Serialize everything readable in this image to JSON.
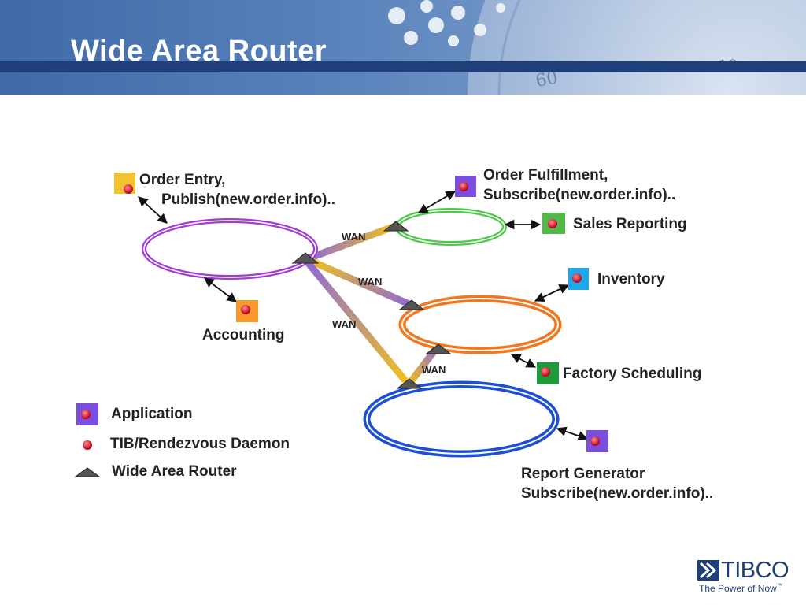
{
  "slide": {
    "title": "Wide Area Router"
  },
  "nodes": {
    "order_entry": {
      "line1": "Order Entry,",
      "line2": "Publish(new.order.info)..",
      "app_color": "#f2c230"
    },
    "order_fulfillment": {
      "line1": "Order Fulfillment,",
      "line2": "Subscribe(new.order.info)..",
      "app_color": "#7a4fe0"
    },
    "sales_reporting": {
      "label": "Sales Reporting",
      "app_color": "#52b84a"
    },
    "inventory": {
      "label": "Inventory",
      "app_color": "#1fa8e8"
    },
    "accounting": {
      "label": "Accounting",
      "app_color": "#f59a2a"
    },
    "factory_scheduling": {
      "label": "Factory Scheduling",
      "app_color": "#1f9a3a"
    },
    "report_generator": {
      "line1": "Report Generator",
      "line2": "Subscribe(new.order.info)..",
      "app_color": "#7a4fe0"
    }
  },
  "links": {
    "wan_1": "WAN",
    "wan_2": "WAN",
    "wan_3": "WAN",
    "wan_4": "WAN"
  },
  "legend": {
    "application": "Application",
    "daemon": "TIB/Rendezvous Daemon",
    "router": "Wide Area Router"
  },
  "colors": {
    "header_bg": "#4a74b0",
    "header_band": "#1f3f7a",
    "ring_purple": "#a43cd6",
    "ring_green": "#4cc84a",
    "ring_orange": "#f07820",
    "ring_blue": "#1c4fd8",
    "wan_yellow": "#f2c21c",
    "wan_violet": "#8e6ad8",
    "daemon_red": "#d0102a",
    "application_purple": "#7a4fe0"
  },
  "brand": {
    "logo_text": "TIBCO",
    "tagline": "The Power of Now",
    "trademark": "™"
  }
}
